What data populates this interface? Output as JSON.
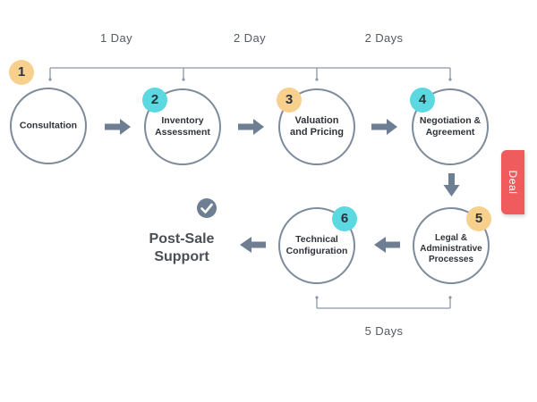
{
  "durations": {
    "phase1": "1 Day",
    "phase2": "2 Day",
    "phase3": "2 Days",
    "phase4": "5 Days"
  },
  "steps": [
    {
      "number": "",
      "label": "Consultation"
    },
    {
      "number": "2",
      "label": "Inventory\nAssessment"
    },
    {
      "number": "3",
      "label": "Valuation\nand Pricing"
    },
    {
      "number": "4",
      "label": "Negotiation &\nAgreement"
    },
    {
      "number": "5",
      "label": "Legal &\nAdministrative\nProcesses"
    },
    {
      "number": "6",
      "label": "Technical\nConfiguration"
    }
  ],
  "start_badge": "1",
  "final": {
    "label": "Post-Sale\nSupport",
    "icon": "check-circle-icon"
  },
  "tab": {
    "label": "Deal"
  },
  "colors": {
    "badge_yellow": "#f8d08d",
    "badge_teal": "#5bd8e0",
    "circle_border": "#7d8b9b",
    "arrow": "#6e7f93",
    "deal_tab": "#f05b5e"
  }
}
